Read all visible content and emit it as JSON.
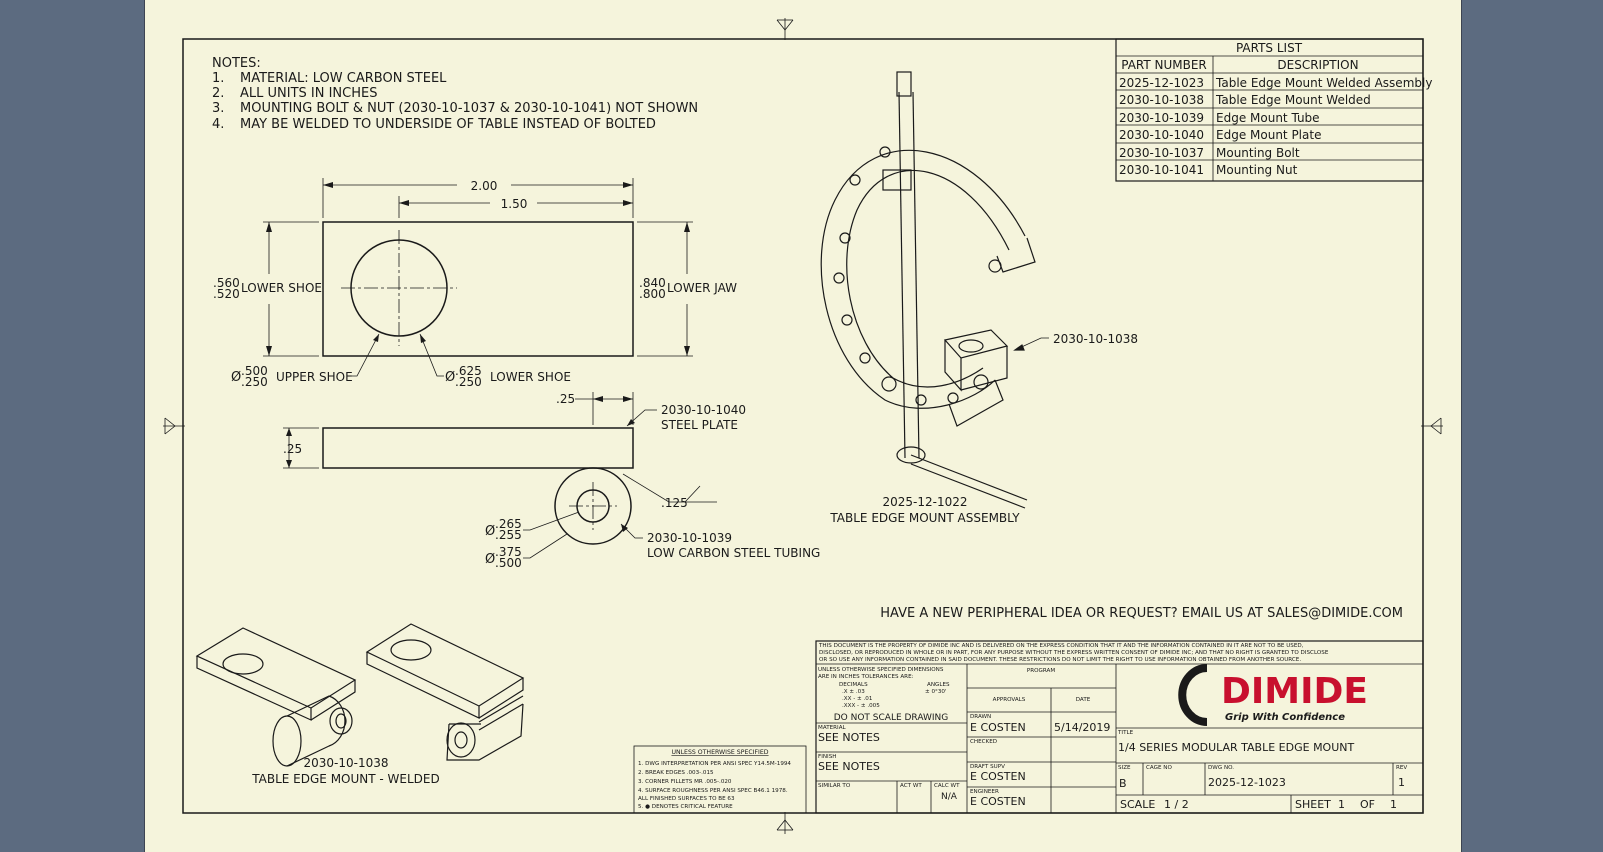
{
  "notes": {
    "title": "NOTES:",
    "items": [
      {
        "num": "1.",
        "text": "MATERIAL: LOW CARBON STEEL"
      },
      {
        "num": "2.",
        "text": "ALL UNITS IN INCHES"
      },
      {
        "num": "3.",
        "text": "MOUNTING BOLT & NUT (2030-10-1037 & 2030-10-1041) NOT SHOWN"
      },
      {
        "num": "4.",
        "text": "MAY BE WELDED TO UNDERSIDE OF TABLE INSTEAD OF BOLTED"
      }
    ]
  },
  "parts_list": {
    "title": "PARTS LIST",
    "headers": [
      "PART NUMBER",
      "DESCRIPTION"
    ],
    "rows": [
      [
        "2025-12-1023",
        "Table Edge Mount Welded Assembly"
      ],
      [
        "2030-10-1038",
        "Table Edge Mount Welded"
      ],
      [
        "2030-10-1039",
        "Edge Mount Tube"
      ],
      [
        "2030-10-1040",
        "Edge Mount Plate"
      ],
      [
        "2030-10-1037",
        "Mounting Bolt"
      ],
      [
        "2030-10-1041",
        "Mounting Nut"
      ]
    ]
  },
  "plate_view": {
    "dim_overall": "2.00",
    "dim_hole": "1.50",
    "left_tol_top": ".560",
    "left_tol_bottom": ".520",
    "left_label": "LOWER SHOE",
    "right_tol_top": ".840",
    "right_tol_bottom": ".800",
    "right_label": "LOWER JAW",
    "upper_shoe_dia_top": ".500",
    "upper_shoe_dia_bottom": ".250",
    "upper_shoe_label": "UPPER SHOE",
    "lower_shoe_dia_top": ".625",
    "lower_shoe_dia_bottom": ".250",
    "lower_shoe_label": "LOWER SHOE",
    "dia_symbol": "Ø"
  },
  "side_view": {
    "dim_width": ".25",
    "dim_height": ".25",
    "plate_part": "2030-10-1040",
    "plate_label": "STEEL PLATE",
    "weld": ".125",
    "tube_inner_top": ".265",
    "tube_inner_bottom": ".255",
    "tube_outer_top": ".375",
    "tube_outer_bottom": ".500",
    "tube_part": "2030-10-1039",
    "tube_label": "LOW CARBON STEEL TUBING"
  },
  "assembly": {
    "callout": "2030-10-1038",
    "part": "2025-12-1022",
    "label": "TABLE EDGE MOUNT ASSEMBLY"
  },
  "iso_view": {
    "part": "2030-10-1038",
    "label": "TABLE EDGE MOUNT - WELDED"
  },
  "email_note": "HAVE A NEW PERIPHERAL IDEA OR REQUEST? EMAIL US AT SALES@DIMIDE.COM",
  "spec_box": {
    "title": "UNLESS OTHERWISE SPECIFIED",
    "items": [
      "1.  DWG INTERPRETATION PER ANSI SPEC Y14.5M-1994",
      "2.  BREAK EDGES .003-.015",
      "3.  CORNER FILLETS MR .005-.020",
      "4.  SURFACE ROUGHNESS PER ANSI SPEC B46.1 1978.",
      "     ALL FINISHED SURFACES TO BE 63",
      "5.  ●  DENOTES CRITICAL FEATURE"
    ]
  },
  "title_block": {
    "disclaimer": [
      "THIS DOCUMENT IS THE PROPERTY OF DIMIDE INC AND IS DELIVERED ON THE EXPRESS CONDITION THAT IT AND THE INFORMATION CONTAINED IN IT ARE NOT TO BE USED,",
      "DISCLOSED, OR REPRODUCED IN WHOLE OR IN PART, FOR ANY PURPOSE WITHOUT THE EXPRESS WRITTEN CONSENT OF DIMIDE INC; AND THAT NO RIGHT IS GRANTED TO DISCLOSE",
      "OR SO USE ANY INFORMATION CONTAINED IN SAID DOCUMENT. THESE RESTRICTIONS DO NOT LIMIT THE RIGHT TO USE INFORMATION OBTAINED FROM ANOTHER SOURCE."
    ],
    "tolerances": {
      "line1": "UNLESS OTHERWISE SPECIFIED DIMENSIONS",
      "line2": "ARE IN INCHES TOLERANCES ARE:",
      "decimals_label": "DECIMALS",
      "angles_label": "ANGLES",
      "angles_value": "± 0°30'",
      "x": ".X        ± .03",
      "xx": ".XX  -  ± .01",
      "xxx": ".XXX -  ± .005",
      "no_scale": "DO NOT SCALE DRAWING"
    },
    "material_label": "MATERIAL",
    "material_value": "SEE NOTES",
    "finish_label": "FINISH",
    "finish_value": "SEE NOTES",
    "similar_to_label": "SIMILAR TO",
    "act_wt_label": "ACT WT",
    "calc_wt_label": "CALC WT",
    "calc_wt_value": "N/A",
    "program_label": "PROGRAM",
    "approvals_label": "APPROVALS",
    "date_label": "DATE",
    "drawn_label": "DRAWN",
    "drawn_value": "E COSTEN",
    "drawn_date": "5/14/2019",
    "checked_label": "CHECKED",
    "draft_supv_label": "DRAFT SUPV",
    "draft_supv_value": "E COSTEN",
    "engineer_label": "ENGINEER",
    "engineer_value": "E COSTEN",
    "logo_text": "DIMIDE",
    "logo_tagline": "Grip With Confidence",
    "title_label": "TITLE",
    "title_value": "1/4 SERIES MODULAR TABLE EDGE MOUNT",
    "size_label": "SIZE",
    "size_value": "B",
    "cage_label": "CAGE NO",
    "dwg_label": "DWG NO.",
    "dwg_value": "2025-12-1023",
    "rev_label": "REV",
    "rev_value": "1",
    "scale_label": "SCALE",
    "scale_value": "1 / 2",
    "sheet_label": "SHEET",
    "sheet_value": "1",
    "of_label": "OF",
    "of_value": "1"
  },
  "colors": {
    "paper": "#f5f4dc",
    "background": "#5c6b80",
    "ink": "#1a1a1a",
    "logo_red": "#c8102e"
  }
}
